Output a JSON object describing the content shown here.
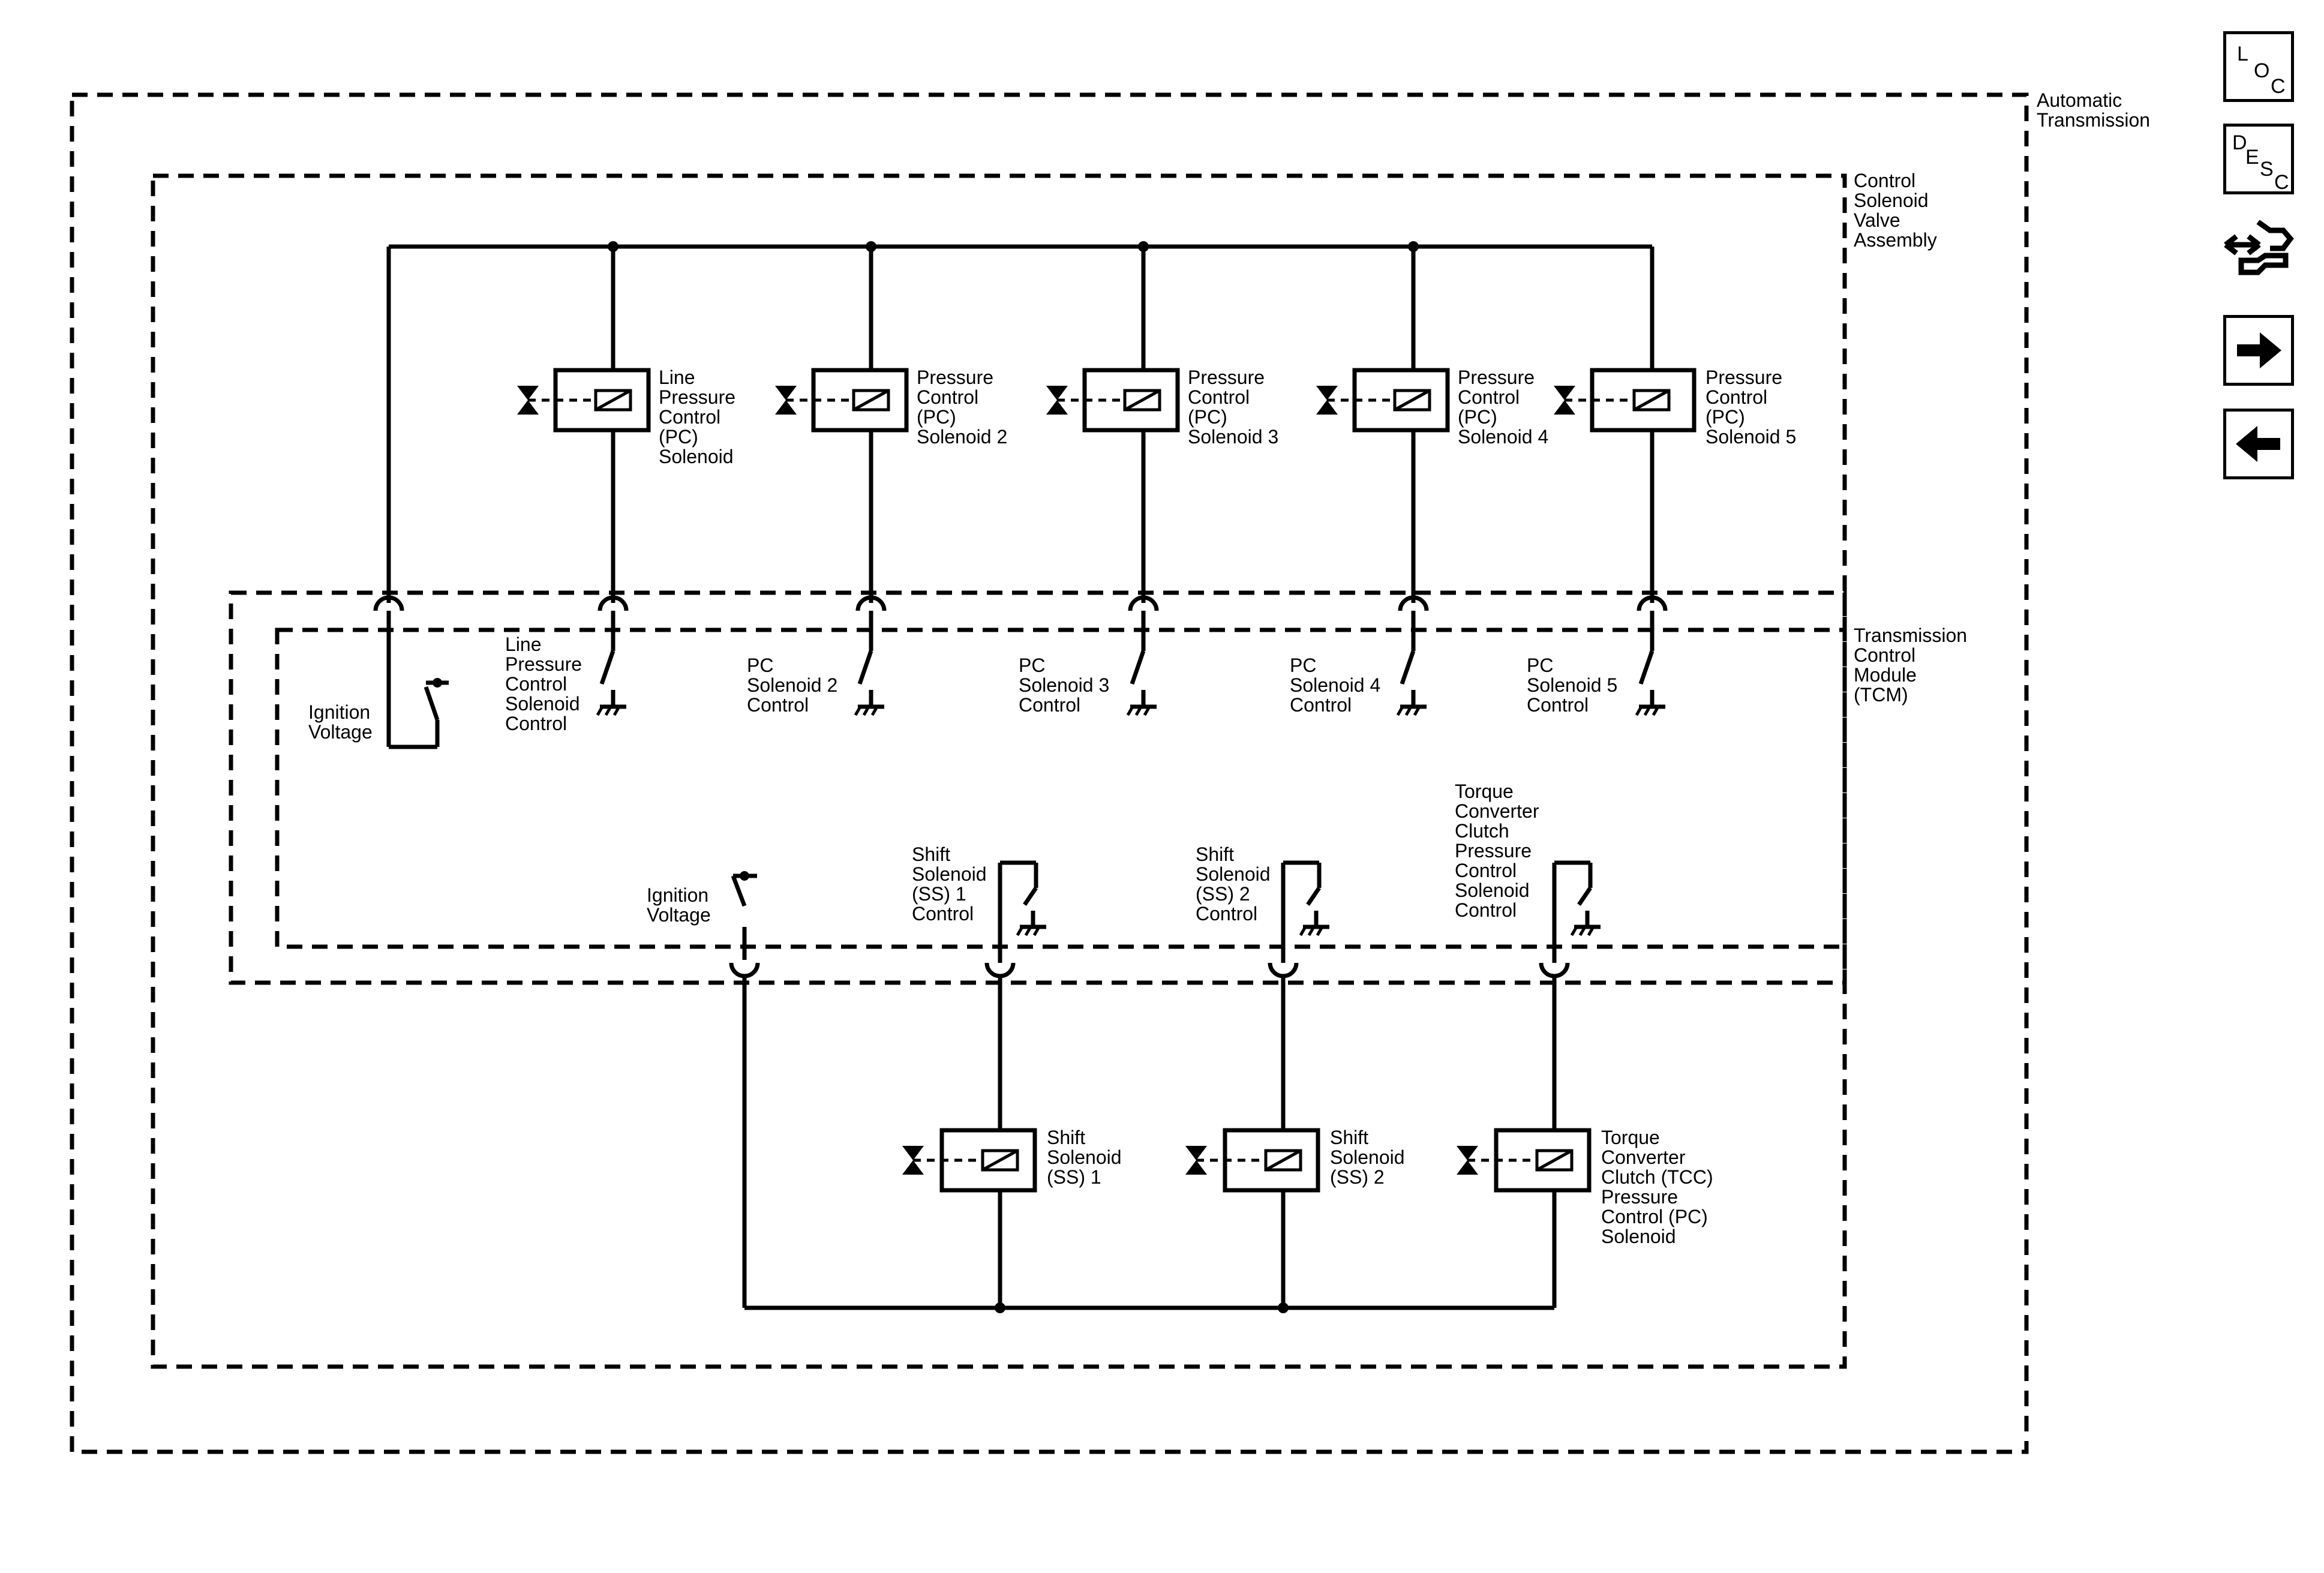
{
  "enclosures": {
    "automatic_transmission": "Automatic\nTransmission",
    "control_solenoid_valve_assembly": "Control\nSolenoid\nValve\nAssembly",
    "tcm": "Transmission\nControl\nModule\n(TCM)"
  },
  "top_solenoids": [
    "Line\nPressure\nControl\n(PC)\nSolenoid",
    "Pressure\nControl\n(PC)\nSolenoid 2",
    "Pressure\nControl\n(PC)\nSolenoid 3",
    "Pressure\nControl\n(PC)\nSolenoid 4",
    "Pressure\nControl\n(PC)\nSolenoid 5"
  ],
  "tcm_top_controls": [
    "Line\nPressure\nControl\nSolenoid\nControl",
    "PC\nSolenoid 2\nControl",
    "PC\nSolenoid 3\nControl",
    "PC\nSolenoid 4\nControl",
    "PC\nSolenoid 5\nControl"
  ],
  "ignition_voltage_top": "Ignition\nVoltage",
  "ignition_voltage_bottom": "Ignition\nVoltage",
  "tcm_bottom_controls": [
    "Shift\nSolenoid\n(SS) 1\nControl",
    "Shift\nSolenoid\n(SS) 2\nControl",
    "Torque\nConverter\nClutch\nPressure\nControl\nSolenoid\nControl"
  ],
  "bottom_solenoids": [
    "Shift\nSolenoid\n(SS) 1",
    "Shift\nSolenoid\n(SS) 2",
    "Torque\nConverter\nClutch (TCC)\nPressure\nControl (PC)\nSolenoid"
  ],
  "nav": {
    "loc": [
      "L",
      "O",
      "C"
    ],
    "desc": [
      "D",
      "E",
      "S",
      "C"
    ]
  },
  "icons": [
    "connector-swap-icon",
    "next-arrow-icon",
    "previous-arrow-icon"
  ]
}
